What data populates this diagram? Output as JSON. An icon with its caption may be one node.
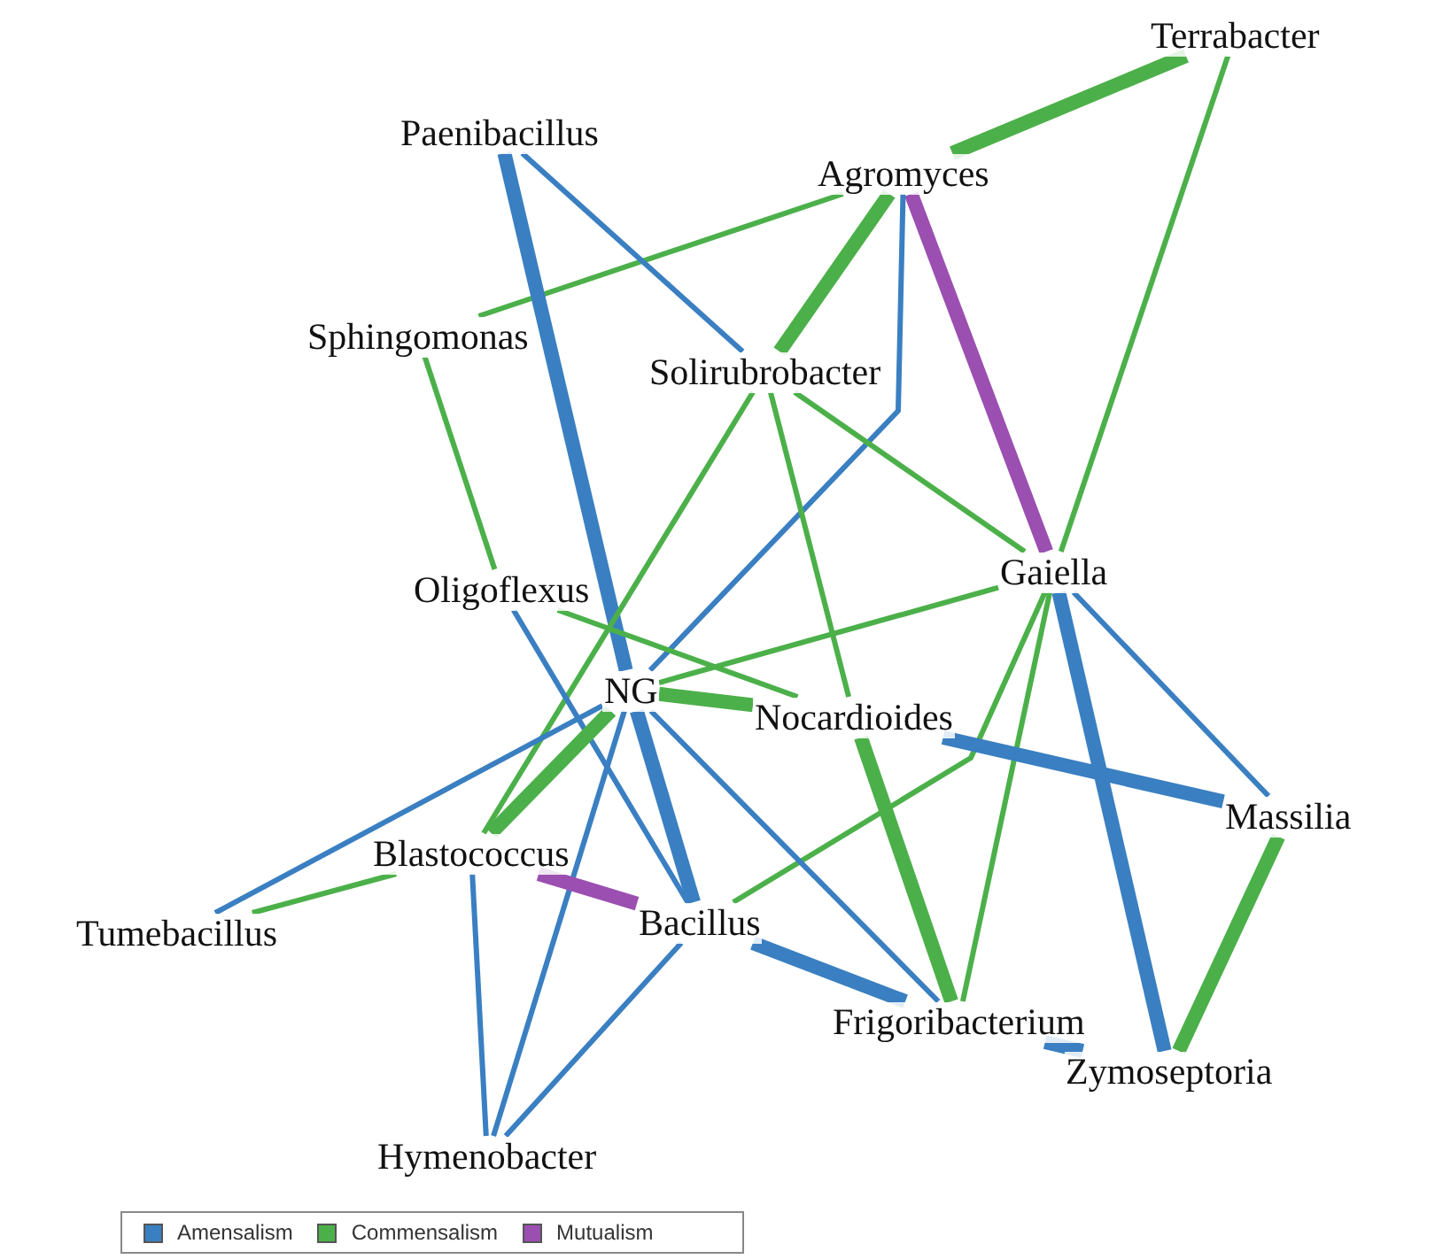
{
  "diagram": {
    "nodes": [
      {
        "text": [
          "Terrabacter"
        ]
      },
      {
        "text": [
          "Paenibacillus"
        ]
      },
      {
        "text": [
          "Agromyces"
        ]
      },
      {
        "text": [
          "Sphingomonas"
        ]
      },
      {
        "text": [
          "Solirubrobacter"
        ]
      },
      {
        "text": [
          "Oligoflexus"
        ]
      },
      {
        "text": [
          "Gaiella"
        ]
      },
      {
        "text": [
          "NG"
        ]
      },
      {
        "text": [
          "Nocardioides"
        ]
      },
      {
        "text": [
          "Massilia"
        ]
      },
      {
        "text": [
          "Blastococcus"
        ]
      },
      {
        "text": [
          "Tumebacillus"
        ]
      },
      {
        "text": [
          "Bacillus"
        ]
      },
      {
        "text": [
          "Frigoribacterium"
        ]
      },
      {
        "text": [
          "Zymoseptoria"
        ]
      },
      {
        "text": [
          "Hymenobacter"
        ]
      }
    ],
    "edges": [
      {
        "from": 2,
        "to": 0,
        "arrow": "none",
        "style": "thick"
      },
      {
        "from": 2,
        "to": 3,
        "arrow": "none"
      },
      {
        "from": 2,
        "to": 4,
        "arrow": "none",
        "style": "thick"
      },
      {
        "from": 2,
        "to": 6,
        "arrow": "none",
        "style": "thick",
        "color": "#9b4fb0"
      },
      {
        "from": 2,
        "to": 7,
        "arrow": "none",
        "color": "#3a7fc1"
      },
      {
        "from": 0,
        "to": 6,
        "arrow": "none"
      },
      {
        "from": 1,
        "to": 7,
        "arrow": "none",
        "style": "thick",
        "color": "#3a7fc1"
      },
      {
        "from": 1,
        "to": 4,
        "arrow": "none",
        "color": "#3a7fc1"
      },
      {
        "from": 3,
        "to": 5,
        "arrow": "none"
      },
      {
        "from": 4,
        "to": 6,
        "arrow": "none"
      },
      {
        "from": 4,
        "to": 10,
        "arrow": "none"
      },
      {
        "from": 4,
        "to": 8,
        "arrow": "none"
      },
      {
        "from": 5,
        "to": 8,
        "arrow": "none"
      },
      {
        "from": 5,
        "to": 12,
        "arrow": "none",
        "color": "#3a7fc1"
      },
      {
        "from": 6,
        "to": 7,
        "arrow": "none"
      },
      {
        "from": 6,
        "to": 12,
        "arrow": "none"
      },
      {
        "from": 6,
        "to": 13,
        "arrow": "none"
      },
      {
        "from": 6,
        "to": 14,
        "arrow": "none",
        "style": "thick",
        "color": "#3a7fc1"
      },
      {
        "from": 6,
        "to": 9,
        "arrow": "none",
        "color": "#3a7fc1"
      },
      {
        "from": 7,
        "to": 8,
        "arrow": "none",
        "style": "thick"
      },
      {
        "from": 8,
        "to": 9,
        "arrow": "none",
        "style": "thick",
        "color": "#3a7fc1"
      },
      {
        "from": 8,
        "to": 13,
        "arrow": "none",
        "style": "thick"
      },
      {
        "from": 7,
        "to": 11,
        "arrow": "none",
        "color": "#3a7fc1"
      },
      {
        "from": 7,
        "to": 10,
        "arrow": "none",
        "style": "thick"
      },
      {
        "from": 7,
        "to": 12,
        "arrow": "none",
        "style": "thick",
        "color": "#3a7fc1"
      },
      {
        "from": 7,
        "to": 15,
        "arrow": "none",
        "color": "#3a7fc1"
      },
      {
        "from": 7,
        "to": 13,
        "arrow": "none",
        "color": "#3a7fc1"
      },
      {
        "from": 10,
        "to": 11,
        "arrow": "none"
      },
      {
        "from": 10,
        "to": 12,
        "arrow": "none",
        "style": "thick",
        "color": "#9b4fb0"
      },
      {
        "from": 10,
        "to": 15,
        "arrow": "none",
        "color": "#3a7fc1"
      },
      {
        "from": 12,
        "to": 15,
        "arrow": "none",
        "color": "#3a7fc1"
      },
      {
        "from": 12,
        "to": 13,
        "arrow": "none",
        "style": "thick",
        "color": "#3a7fc1"
      },
      {
        "from": 13,
        "to": 14,
        "arrow": "none",
        "style": "thick",
        "color": "#3a7fc1"
      },
      {
        "from": 9,
        "to": 14,
        "arrow": "none",
        "style": "thick"
      }
    ],
    "legend": [
      {
        "text": "Amensalism",
        "color": "#3a7fc1"
      },
      {
        "text": "Commensalism",
        "color": "#4cb04a"
      },
      {
        "text": "Mutualism",
        "color": "#9b4fb0"
      }
    ]
  }
}
